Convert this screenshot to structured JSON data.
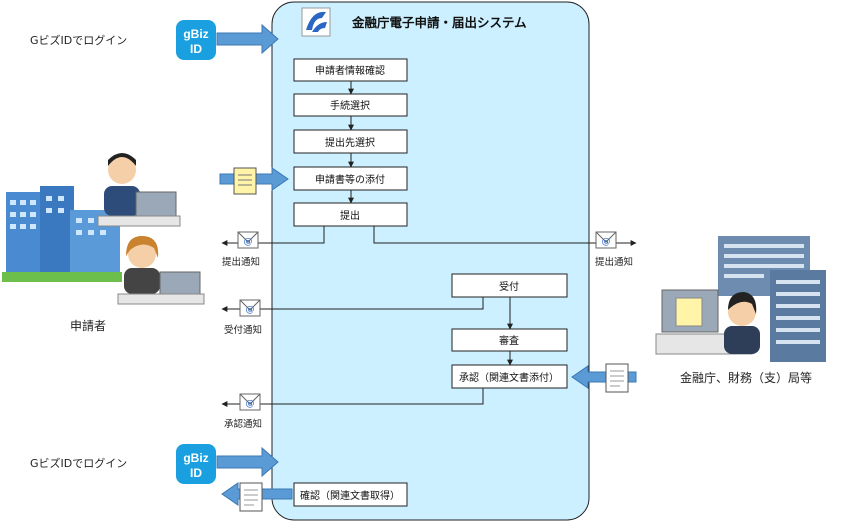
{
  "system": {
    "title": "金融庁電子申請・届出システム"
  },
  "login": {
    "top_label": "GビズIDでログイン",
    "bottom_label": "GビズIDでログイン",
    "logo_line1": "gBiz",
    "logo_line2": "ID"
  },
  "steps": [
    "申請者情報確認",
    "手続選択",
    "提出先選択",
    "申請書等の添付",
    "提出",
    "受付",
    "審査",
    "承認（関連文書添付）",
    "確認（関連文書取得）"
  ],
  "notifications": {
    "submit_left": "提出通知",
    "submit_right": "提出通知",
    "accept": "受付通知",
    "approve": "承認通知"
  },
  "actors": {
    "applicant": "申請者",
    "agency": "金融庁、財務（支）局等"
  },
  "colors": {
    "panel": "#ccf0ff",
    "arrow_blue": "#5b9bd5",
    "logo_blue": "#1aa0e0"
  },
  "icons": [
    "gbiz-id-icon",
    "document-icon",
    "mail-icon",
    "building-icon",
    "person-icon",
    "computer-icon"
  ]
}
